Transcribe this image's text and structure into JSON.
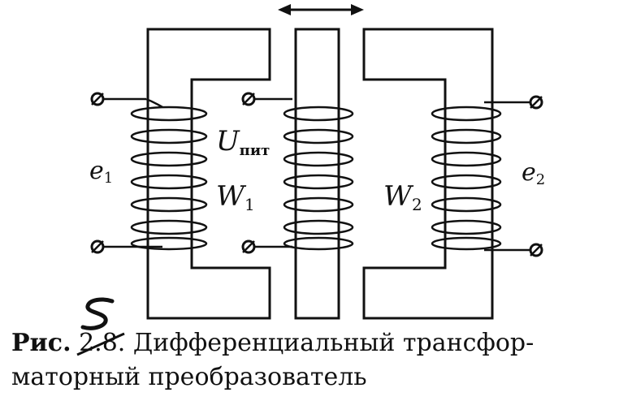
{
  "labels": {
    "supply_voltage_main": "U",
    "supply_voltage_sub": "пит",
    "winding_1_main": "W",
    "winding_1_sub": "1",
    "winding_2_main": "W",
    "winding_2_sub": "2",
    "emf_1_main": "e",
    "emf_1_sub": "1",
    "emf_2_main": "e",
    "emf_2_sub": "2"
  },
  "caption": {
    "fig_label": "Рис.",
    "fig_number": "2.8.",
    "line1": "Дифференциальный трансфор-",
    "line2": "маторный преобразователь"
  },
  "handwritten_correction": "5",
  "colors": {
    "ink": "#111111",
    "paper": "#ffffff"
  }
}
